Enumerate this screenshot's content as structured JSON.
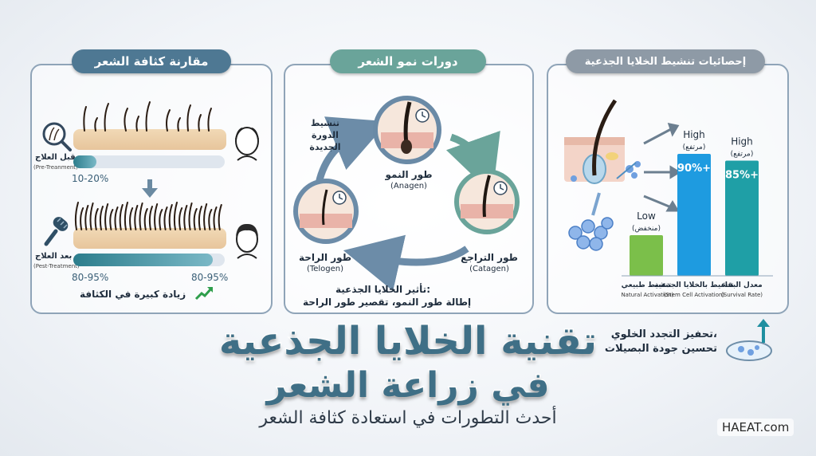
{
  "left_panel": {
    "title": "مقارنة كثافة الشعر",
    "before_label": "قبل العلاج",
    "before_label_en": "(Pre-Treanment)",
    "before_range": "10-20%",
    "before_fill_fraction": 0.15,
    "after_label": "بعد العلاج",
    "after_label_en": "(Pest-Treatment)",
    "after_range_left": "80-95%",
    "after_range_right": "80-95%",
    "after_fill_fraction": 0.92,
    "increase_text": "زيادة كبيرة في الكثافة"
  },
  "middle_panel": {
    "title": "دورات نمو الشعر",
    "anagen": "طور النمو",
    "anagen_en": "(Anagen)",
    "catagen": "طور التراجع",
    "catagen_en": "(Catagen)",
    "telogen": "طور الراحة",
    "telogen_en": "(Telogen)",
    "reactivate_l1": "تنشيط",
    "reactivate_l2": "الدورة",
    "reactivate_l3": "الجديدة",
    "effect_title": "تأثير الخلايا الجذعية:",
    "effect_text": "إطالة طور النمو، تقصير طور الراحة"
  },
  "right_panel": {
    "title": "إحصائيات تنشيط الخلايا الجذعية",
    "caption_l1": "تحفيز التجدد الخلوي،",
    "caption_l2": "تحسين جودة البصيلات"
  },
  "chart_data": {
    "type": "bar",
    "categories": [
      "تنشيط طبيعي",
      "تنشيط بالخلايا الجذعية",
      "معدل البقاء"
    ],
    "categories_en": [
      "(Natural Activation)",
      "(Stem Cell Activation)",
      "(Survival Rate)"
    ],
    "levels": [
      "Low",
      "High",
      "High"
    ],
    "levels_ar": [
      "(منخفض)",
      "(مرتفع)",
      "(مرتفع)"
    ],
    "value_labels": [
      "",
      "90%+",
      "85%+"
    ],
    "values": [
      30,
      90,
      85
    ],
    "colors": [
      "#7bbf4a",
      "#1e9be0",
      "#1f9fa6"
    ]
  },
  "footer": {
    "title_line1": "تقنية الخلايا الجذعية",
    "title_line2": "في زراعة الشعر",
    "subtitle": "أحدث التطورات في استعادة كثافة الشعر",
    "brand": "HAEAT.com"
  }
}
